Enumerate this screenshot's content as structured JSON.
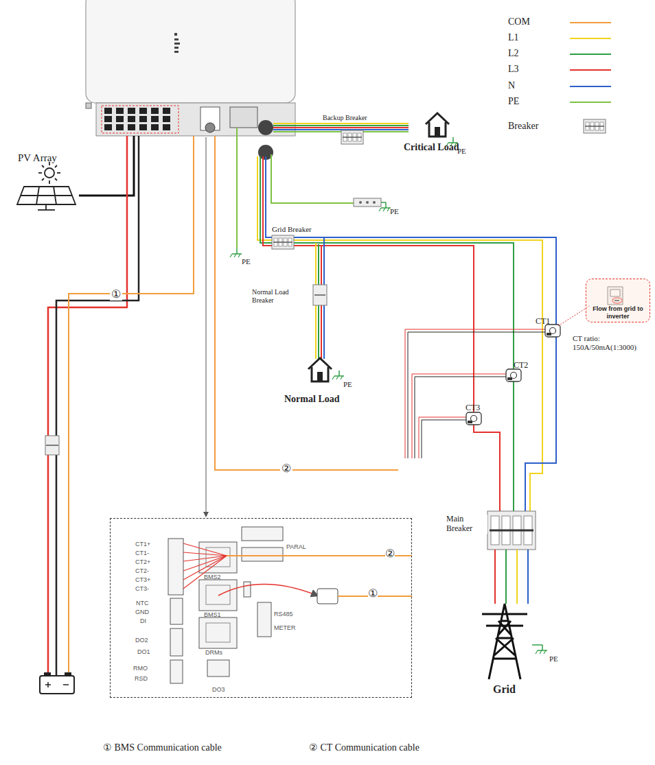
{
  "diagram": {
    "nodes": [
      {
        "text": [
          "CT1+",
          "CT1-",
          "CT2+",
          "CT2-",
          "CT3+",
          "CT3-",
          "NTC",
          "GND",
          "DI",
          "DO2",
          "DO1",
          "RMO",
          "RSD",
          "PARAL",
          "BMS2",
          "BMS1",
          "DRMs",
          "RS485",
          "METER",
          "DO3",
          "②",
          "①"
        ]
      },
      {
        "text": [
          "Flow from grid to inverter"
        ]
      }
    ],
    "labels": [
      "PV Array",
      "Backup Breaker",
      "Critical Load",
      "PE",
      "PE",
      "Grid Breaker",
      "PE",
      "Normal Load Breaker",
      "Normal Load",
      "PE",
      "①",
      "CT1",
      "CT ratio: 150A/50mA(1:3000)",
      "CT2",
      "CT3",
      "②",
      "Main Breaker",
      "Grid",
      "PE",
      "① BMS Communication cable",
      "② CT Communication cable"
    ],
    "legend": [
      {
        "text": "COM",
        "color": "#f39c3c"
      },
      {
        "text": "L1",
        "color": "#f2d31b"
      },
      {
        "text": "L2",
        "color": "#2f9e44"
      },
      {
        "text": "L3",
        "color": "#e4312b"
      },
      {
        "text": "N",
        "color": "#2b5fc9"
      },
      {
        "text": "PE",
        "color": "#7cc243"
      },
      {
        "text": "Breaker"
      }
    ]
  }
}
